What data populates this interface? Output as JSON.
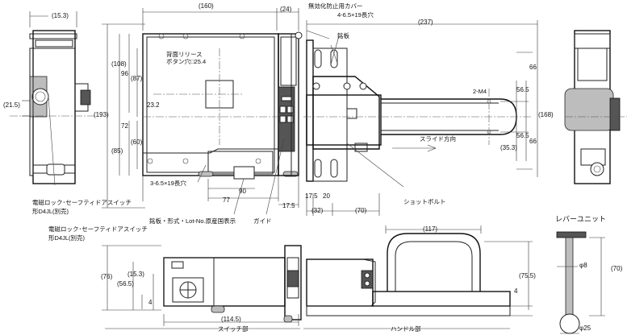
{
  "dims": {
    "d_15_3_top": "(15.3)",
    "d_160": "(160)",
    "d_24": "(24)",
    "d_237": "(237)",
    "d_108": "(108)",
    "d_96": "96",
    "d_87": "(87)",
    "d_193": "(193)",
    "d_21_5": "(21.5)",
    "d_23_2": "23.2",
    "d_72": "72",
    "d_60": "(60)",
    "d_85": "(85)",
    "d_90": "90",
    "d_77": "77",
    "d_17_5_a": "17.5",
    "d_17_5_b": "17.5",
    "d_20": "20",
    "d_32": "(32)",
    "d_70": "(70)",
    "d_66_a": "66",
    "d_66_b": "66",
    "d_56_5_a": "56.5",
    "d_56_5_b": "56.5",
    "d_168": "(168)",
    "d_35_3": "(35.3)",
    "d_117": "(117)",
    "d_76": "(76)",
    "d_15_3_b": "(15.3)",
    "d_56_5_c": "(56.5)",
    "d_4_a": "4",
    "d_114_5": "(114.5)",
    "d_75_5": "(75.5)",
    "d_4_b": "4",
    "d_70_lever": "(70)",
    "d_phi8": "φ8",
    "d_phi25": "φ25"
  },
  "labels": {
    "release_hole": "背面リリース",
    "release_hole_2": "ボタン穴□25.4",
    "disable_cover": "無効化防止用カバー",
    "slot_top": "4-6.5×19長穴",
    "nameplate_top": "銘板",
    "m4": "2-M4",
    "slide_dir": "スライド方向",
    "shot_bolt": "ショットボルト",
    "slot_bottom": "3-6.5×19長穴",
    "nameplate_bottom": "銘板・形式・Lot-No.原産国表示",
    "guide": "ガイド",
    "lock_switch_1": "電磁ロック･セーフティドアスイッチ",
    "lock_switch_1b": "形D4JL(別売)",
    "lock_switch_2": "電磁ロック･セーフティドアスイッチ",
    "lock_switch_2b": "形D4JL(別売)",
    "lever_unit": "レバーユニット",
    "switch_part": "スイッチ部",
    "handle_part": "ハンドル部"
  }
}
